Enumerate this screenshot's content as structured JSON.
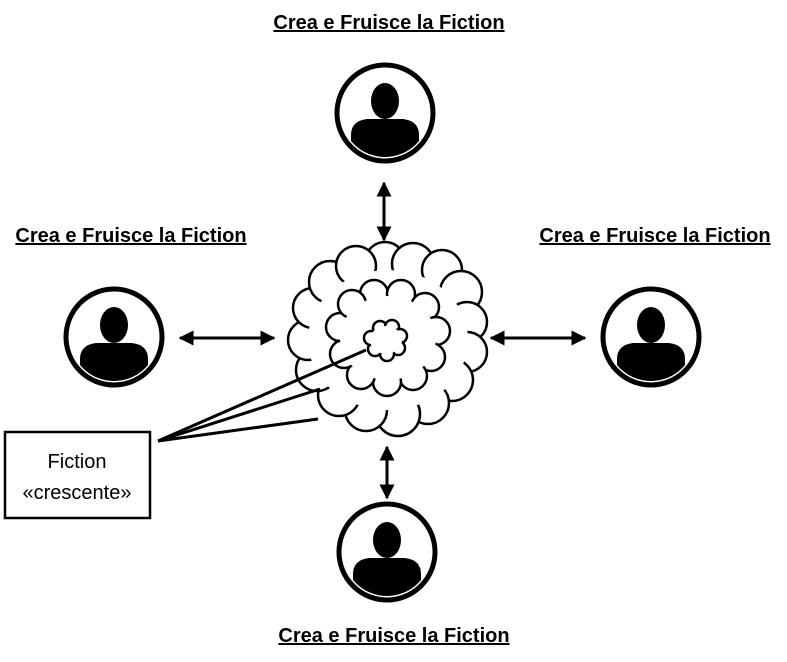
{
  "participants": {
    "top": {
      "label": "Crea e Fruisce la Fiction",
      "icon": "user-icon"
    },
    "left": {
      "label": "Crea e Fruisce la Fiction",
      "icon": "user-icon"
    },
    "right": {
      "label": "Crea e Fruisce la Fiction",
      "icon": "user-icon"
    },
    "bottom": {
      "label": "Crea e Fruisce la Fiction",
      "icon": "user-icon"
    }
  },
  "center": {
    "icon": "cloud-icon"
  },
  "callout": {
    "line1": "Fiction",
    "line2": "«crescente»"
  },
  "colors": {
    "stroke": "#000000",
    "background": "#ffffff"
  }
}
